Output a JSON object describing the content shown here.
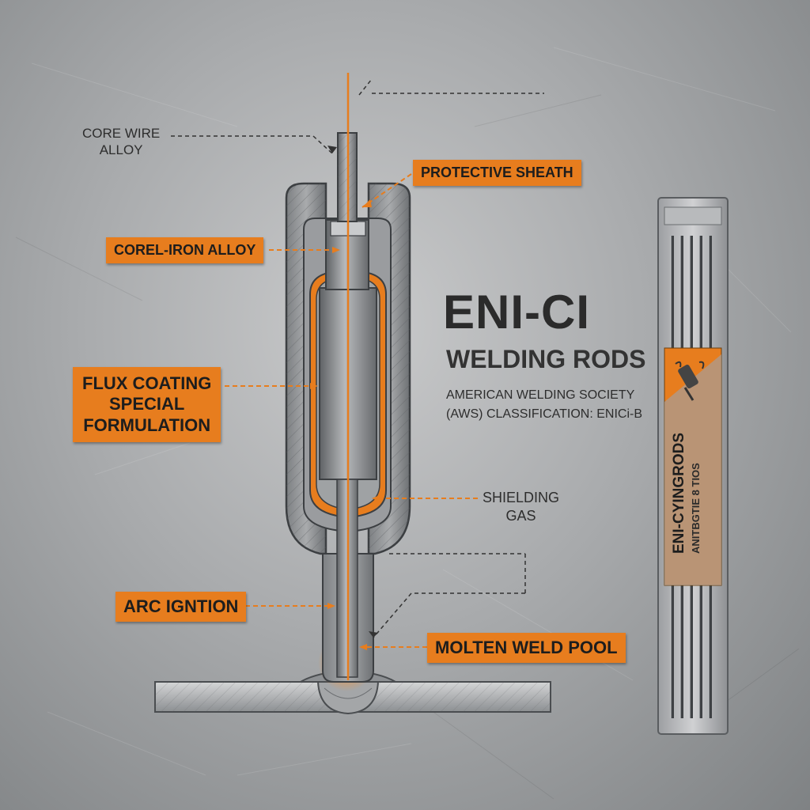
{
  "colors": {
    "accent": "#e77d1e",
    "metal_dark": "#4a4d50",
    "metal_mid": "#8a8d90",
    "metal_light": "#c9cbcd",
    "text": "#2b2b2b"
  },
  "callouts": {
    "core_wire": [
      "CORE WIRE",
      "ALLOY"
    ],
    "protective_sheath": "PROTECTIVE SHEATH",
    "corel_iron": "COREL-IRON ALLOY",
    "flux_coating": [
      "FLUX COATING",
      "SPECIAL",
      "FORMULATION"
    ],
    "shielding_gas": [
      "SHIELDING",
      "GAS"
    ],
    "arc_ignition": "ARC IGNTION",
    "molten_pool": "MOLTEN WELD POOL"
  },
  "title": {
    "main": "ENI-CI",
    "sub": "WELDING RODS",
    "aws_line1": "AMERICAN WELDING SOCIETY",
    "aws_line2": "(AWS) CLASSIFICATION: ENICi-B"
  },
  "package": {
    "label_main": "ENI-CYINGRODS",
    "label_sub": "ANITBGTIE 8 TIOS",
    "icon": "welding-torch-icon"
  }
}
